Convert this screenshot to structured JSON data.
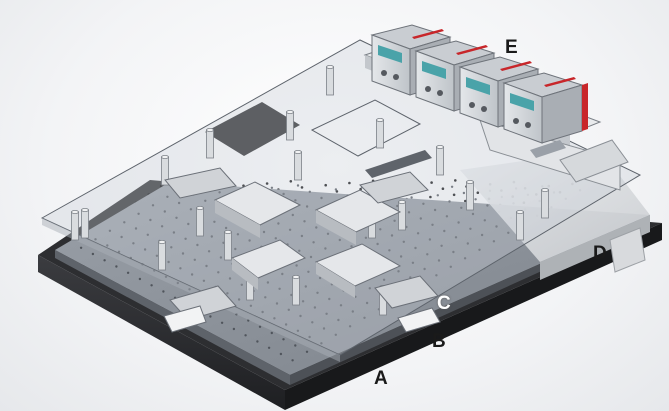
{
  "labels": {
    "a": "A",
    "b": "B",
    "c": "C",
    "d": "D",
    "e": "E"
  },
  "colors": {
    "optical_table_top": "#2a2b2e",
    "breadboard_top": "#8f949c",
    "transparent_plate": "#c9ced6",
    "platform": "#d7d9dc",
    "controller_accent": "#c8262a",
    "label_dark": "#1a1a1a",
    "label_light": "#ffffff"
  }
}
